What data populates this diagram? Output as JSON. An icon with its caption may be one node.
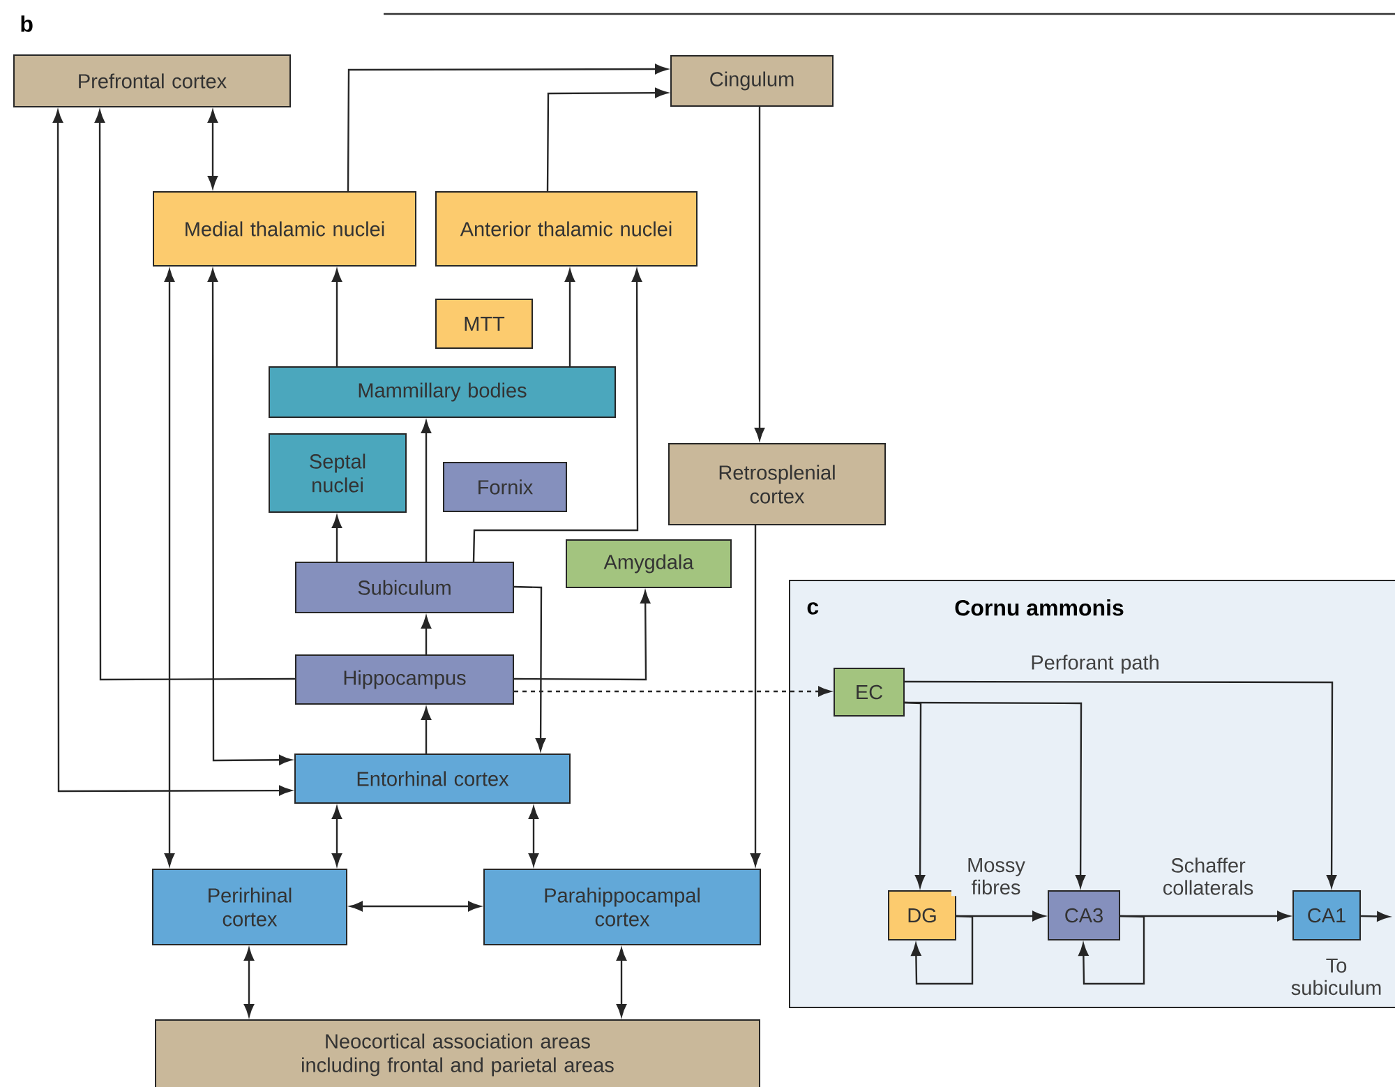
{
  "diagram": {
    "nodes": [
      {
        "text": [
          "Prefrontal cortex"
        ]
      },
      {
        "text": [
          "Cingulum"
        ]
      },
      {
        "text": [
          "Medial thalamic nuclei"
        ]
      },
      {
        "text": [
          "Anterior thalamic nuclei"
        ]
      },
      {
        "text": [
          "MTT"
        ]
      },
      {
        "text": [
          "Mammillary bodies"
        ]
      },
      {
        "text": [
          "Retrosplenial cortex"
        ]
      },
      {
        "text": [
          "Septal nuclei"
        ]
      },
      {
        "text": [
          "Fornix"
        ]
      },
      {
        "text": [
          "Subiculum"
        ]
      },
      {
        "text": [
          "Amygdala"
        ]
      },
      {
        "text": [
          "Hippocampus"
        ]
      },
      {
        "text": [
          "Entorhinal cortex"
        ]
      },
      {
        "text": [
          "Perirhinal cortex"
        ]
      },
      {
        "text": [
          "Parahippocampal cortex"
        ]
      },
      {
        "text": [
          "Neocortical association areas including frontal and parietal areas"
        ]
      },
      {
        "text": [
          "Cornu ammonis"
        ]
      },
      {
        "text": [
          "EC"
        ],
        "in": 16
      },
      {
        "text": [
          "DG"
        ],
        "in": 16
      },
      {
        "text": [
          "CA3"
        ],
        "in": 16
      },
      {
        "text": [
          "CA1"
        ],
        "in": 16
      }
    ],
    "edges": [
      {
        "from": 0,
        "to": 12,
        "arrow": "both"
      },
      {
        "from": 11,
        "to": 0,
        "arrow": "to"
      },
      {
        "from": 0,
        "to": 2,
        "arrow": "both"
      },
      {
        "from": 2,
        "to": 1,
        "arrow": "to"
      },
      {
        "from": 3,
        "to": 1,
        "arrow": "to"
      },
      {
        "from": 2,
        "to": 13,
        "arrow": "both"
      },
      {
        "from": 2,
        "to": 12,
        "arrow": "both"
      },
      {
        "from": 5,
        "to": 2,
        "arrow": "to"
      },
      {
        "from": 5,
        "to": 3,
        "arrow": "to"
      },
      {
        "from": 1,
        "to": 6,
        "arrow": "to"
      },
      {
        "from": 9,
        "to": 5,
        "arrow": "to"
      },
      {
        "from": 9,
        "to": 3,
        "arrow": "to"
      },
      {
        "from": 9,
        "to": 7,
        "arrow": "to"
      },
      {
        "from": 9,
        "to": 12,
        "arrow": "to"
      },
      {
        "from": 11,
        "to": 9,
        "arrow": "to"
      },
      {
        "from": 11,
        "to": 10,
        "arrow": "to"
      },
      {
        "from": 11,
        "to": 17,
        "arrow": "to",
        "style": "dashed"
      },
      {
        "from": 12,
        "to": 11,
        "arrow": "to"
      },
      {
        "from": 12,
        "to": 13,
        "arrow": "both"
      },
      {
        "from": 12,
        "to": 14,
        "arrow": "both"
      },
      {
        "from": 13,
        "to": 14,
        "arrow": "both"
      },
      {
        "from": 13,
        "to": 15,
        "arrow": "both"
      },
      {
        "from": 14,
        "to": 15,
        "arrow": "both"
      },
      {
        "from": 6,
        "to": 14,
        "arrow": "to"
      },
      {
        "from": 17,
        "to": 20,
        "arrow": "to",
        "label": "Perforant path"
      },
      {
        "from": 17,
        "to": 18,
        "arrow": "to"
      },
      {
        "from": 17,
        "to": 19,
        "arrow": "to"
      },
      {
        "from": 18,
        "to": 19,
        "arrow": "to",
        "label": "Mossy fibres"
      },
      {
        "from": 19,
        "to": 20,
        "arrow": "to",
        "label": "Schaffer collaterals"
      },
      {
        "from": 18,
        "to": 18,
        "arrow": "to"
      },
      {
        "from": 19,
        "to": 19,
        "arrow": "to"
      },
      {
        "from": 20,
        "to": null,
        "arrow": "to",
        "label": "To subiculum"
      }
    ],
    "labels": [
      "b",
      "c"
    ]
  }
}
